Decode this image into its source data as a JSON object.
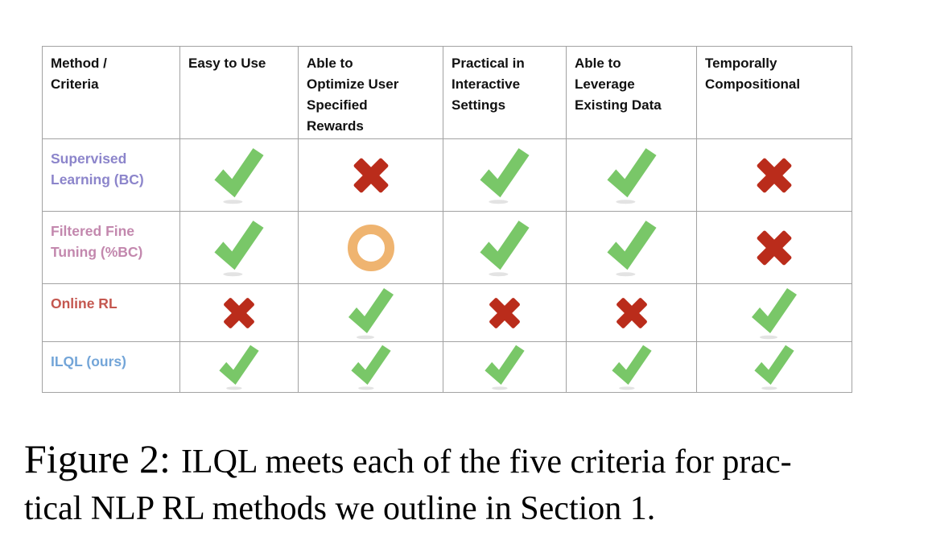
{
  "table": {
    "columns": [
      "Method /\nCriteria",
      "Easy to Use",
      "Able to\nOptimize User\nSpecified\nRewards",
      "Practical in\nInteractive\nSettings",
      "Able to\nLeverage\nExisting Data",
      "Temporally\nCompositional"
    ],
    "rows": [
      {
        "method": "Supervised\nLearning (BC)",
        "color": "#8c85cb",
        "marks": [
          "check",
          "cross",
          "check",
          "check",
          "cross"
        ]
      },
      {
        "method": "Filtered Fine\nTuning (%BC)",
        "color": "#c388ae",
        "marks": [
          "check",
          "circle",
          "check",
          "check",
          "cross"
        ]
      },
      {
        "method": "Online RL",
        "color": "#c4574f",
        "marks": [
          "cross",
          "check",
          "cross",
          "cross",
          "check"
        ]
      },
      {
        "method": "ILQL (ours)",
        "color": "#73a5d8",
        "marks": [
          "check",
          "check",
          "check",
          "check",
          "check"
        ]
      }
    ]
  },
  "caption": {
    "prefix": "Figure 2:",
    "line1": "ILQL meets each of the five criteria for prac-",
    "line2": "tical NLP RL methods we outline in Section 1."
  },
  "colors": {
    "check_green": "#79c768",
    "check_shadow": "#e3e3e3",
    "cross_red": "#ba2c1b",
    "circle_orange": "#efb470",
    "grid_gray": "#a2a2a2",
    "header_text": "#111111"
  }
}
